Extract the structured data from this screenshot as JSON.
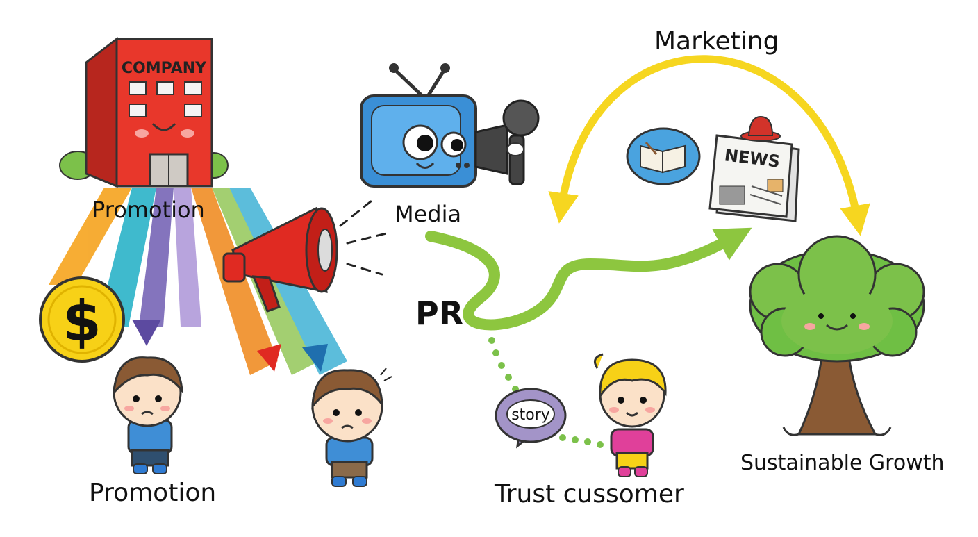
{
  "labels": {
    "promotion_top": "Promotion",
    "promotion_bottom": "Promotion",
    "media": "Media",
    "marketing": "Marketing",
    "pr": "PR",
    "trust_customer": "Trust cussomer",
    "sustainable_growth": "Sustainable Growth"
  },
  "building_sign": "COMPANY",
  "coin_symbol": "$",
  "newspaper_title": "NEWS",
  "story_bubble": "story",
  "icons": [
    "company-building-icon",
    "megaphone-icon",
    "coin-icon",
    "tv-camera-icon",
    "microphone-icon",
    "book-bubble-icon",
    "newspaper-icon",
    "hat-icon",
    "tree-icon",
    "boy-icon",
    "girl-icon"
  ],
  "colors": {
    "marketing_arrow": "#f6d620",
    "pr_arrow": "#8dc63f",
    "building": "#e8372b",
    "megaphone": "#e02a22",
    "tv": "#3a8fd6",
    "coin": "#f7d117",
    "tree_leaves": "#6fbf44",
    "tree_trunk": "#8a5a34"
  }
}
